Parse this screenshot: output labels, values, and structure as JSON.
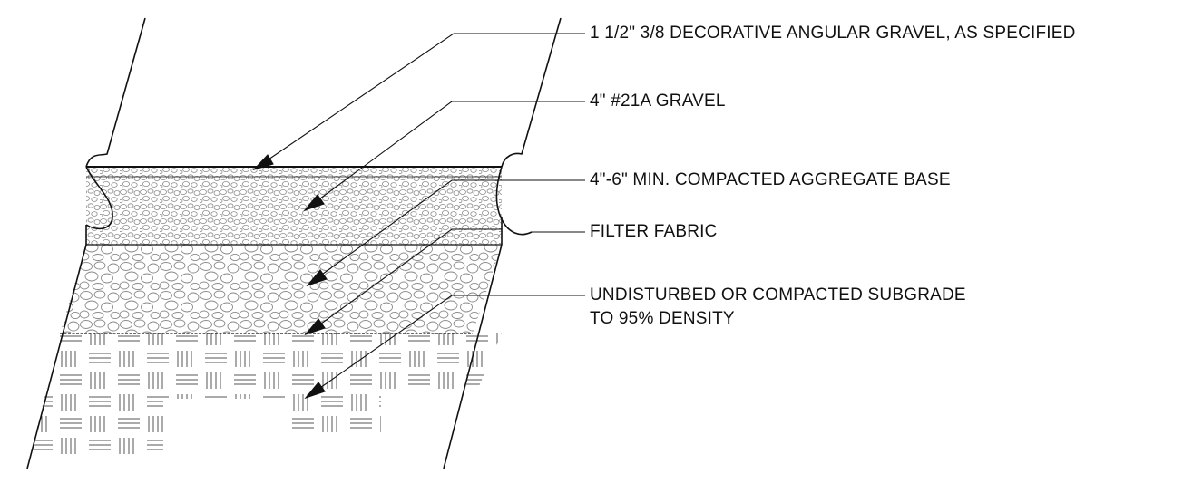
{
  "callouts": [
    {
      "id": "decorative-gravel",
      "text": "1 1/2\" 3/8 DECORATIVE ANGULAR GRAVEL, AS SPECIFIED"
    },
    {
      "id": "gravel-21a",
      "text": "4\" #21A GRAVEL"
    },
    {
      "id": "aggregate-base",
      "text": "4\"-6\" MIN. COMPACTED AGGREGATE BASE"
    },
    {
      "id": "filter-fabric",
      "text": "FILTER FABRIC"
    },
    {
      "id": "subgrade",
      "text": "UNDISTURBED OR COMPACTED SUBGRADE",
      "text2": "TO 95% DENSITY"
    }
  ],
  "colors": {
    "line": "#111111",
    "stone": "#8a8a8a",
    "hatch": "#555555"
  }
}
